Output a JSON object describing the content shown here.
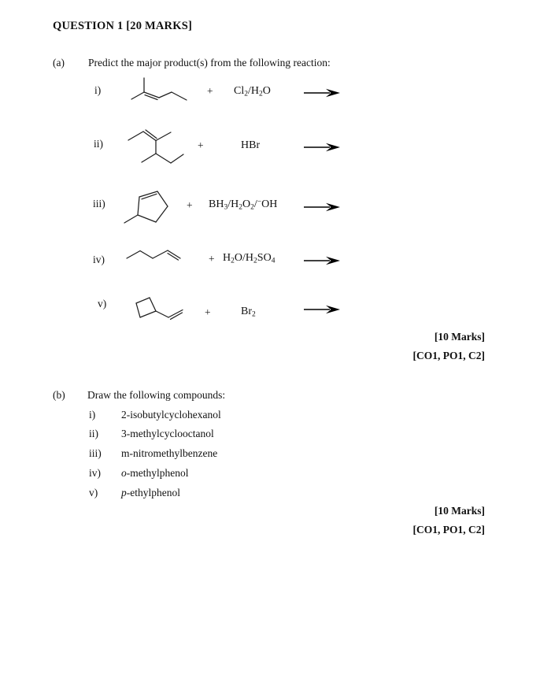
{
  "title": "QUESTION 1 [20 MARKS]",
  "section_a": {
    "label": "(a)",
    "prompt": "Predict the major product(s) from the following reaction:",
    "plus": "+",
    "reactions": [
      {
        "numeral": "i)",
        "structure_name": "2-methylpent-2-ene",
        "reagent": [
          {
            "k": "n",
            "v": "Cl"
          },
          {
            "k": "sub",
            "v": "2"
          },
          {
            "k": "n",
            "v": "/H"
          },
          {
            "k": "sub",
            "v": "2"
          },
          {
            "k": "n",
            "v": "O"
          }
        ]
      },
      {
        "numeral": "ii)",
        "structure_name": "3,4-dimethylhex-2-ene",
        "reagent": [
          {
            "k": "n",
            "v": "HBr"
          }
        ]
      },
      {
        "numeral": "iii)",
        "structure_name": "3-methylcyclopentene",
        "reagent": [
          {
            "k": "n",
            "v": "BH"
          },
          {
            "k": "sub",
            "v": "3"
          },
          {
            "k": "n",
            "v": "/H"
          },
          {
            "k": "sub",
            "v": "2"
          },
          {
            "k": "n",
            "v": "O"
          },
          {
            "k": "sub",
            "v": "2"
          },
          {
            "k": "n",
            "v": "/"
          },
          {
            "k": "sup",
            "v": "−"
          },
          {
            "k": "n",
            "v": "OH"
          }
        ]
      },
      {
        "numeral": "iv)",
        "structure_name": "pent-1-ene",
        "reagent": [
          {
            "k": "n",
            "v": "H"
          },
          {
            "k": "sub",
            "v": "2"
          },
          {
            "k": "n",
            "v": "O/H"
          },
          {
            "k": "sub",
            "v": "2"
          },
          {
            "k": "n",
            "v": "SO"
          },
          {
            "k": "sub",
            "v": "4"
          }
        ]
      },
      {
        "numeral": "v)",
        "structure_name": "vinylcyclobutane",
        "reagent": [
          {
            "k": "n",
            "v": "Br"
          },
          {
            "k": "sub",
            "v": "2"
          }
        ]
      }
    ],
    "marks": "[10 Marks]",
    "outcomes": "[CO1, PO1, C2]"
  },
  "section_b": {
    "label": "(b)",
    "prompt": "Draw the following compounds:",
    "items": [
      {
        "numeral": "i)",
        "name": [
          {
            "k": "n",
            "v": "2-isobutylcyclohexanol"
          }
        ]
      },
      {
        "numeral": "ii)",
        "name": [
          {
            "k": "n",
            "v": "3-methylcyclooctanol"
          }
        ]
      },
      {
        "numeral": "iii)",
        "name": [
          {
            "k": "n",
            "v": "m-nitromethylbenzene"
          }
        ]
      },
      {
        "numeral": "iv)",
        "name": [
          {
            "k": "i",
            "v": "o"
          },
          {
            "k": "n",
            "v": "-methylphenol"
          }
        ]
      },
      {
        "numeral": "v)",
        "name": [
          {
            "k": "i",
            "v": "p"
          },
          {
            "k": "n",
            "v": "-ethylphenol"
          }
        ]
      }
    ],
    "marks": "[10 Marks]",
    "outcomes": "[CO1, PO1, C2]"
  }
}
